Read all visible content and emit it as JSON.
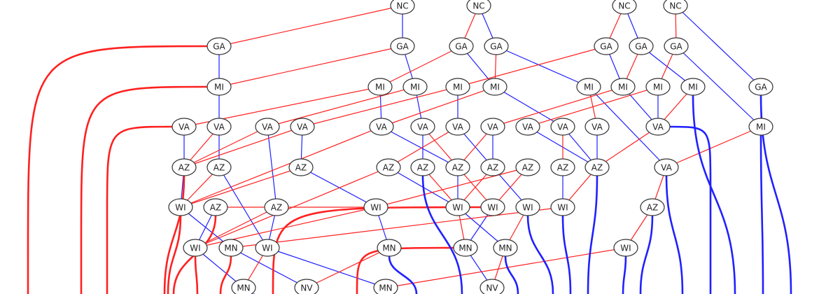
{
  "colors": {
    "red": "#ff2020",
    "blue": "#2020ff",
    "node_stroke": "#333333"
  },
  "nodes": [
    "NC",
    "NC",
    "NC",
    "NC",
    "GA",
    "GA",
    "GA",
    "GA",
    "GA",
    "GA",
    "GA",
    "MI",
    "MI",
    "MI",
    "MI",
    "MI",
    "MI",
    "MI",
    "MI",
    "MI",
    "GA",
    "VA",
    "VA",
    "VA",
    "VA",
    "VA",
    "VA",
    "VA",
    "VA",
    "VA",
    "VA",
    "VA",
    "VA",
    "MI",
    "AZ",
    "AZ",
    "AZ",
    "AZ",
    "AZ",
    "AZ",
    "AZ",
    "AZ",
    "AZ",
    "AZ",
    "VA",
    "WI",
    "AZ",
    "AZ",
    "WI",
    "WI",
    "WI",
    "WI",
    "WI",
    "AZ",
    "WI",
    "MN",
    "WI",
    "MN",
    "MN",
    "MN",
    "WI",
    "MN",
    "NV",
    "MN",
    "NV"
  ],
  "edges": [
    [
      0,
      4,
      "red"
    ],
    [
      0,
      5,
      "blue"
    ],
    [
      1,
      6,
      "red"
    ],
    [
      1,
      7,
      "blue"
    ],
    [
      2,
      8,
      "red"
    ],
    [
      2,
      9,
      "blue"
    ],
    [
      3,
      10,
      "red"
    ],
    [
      3,
      20,
      "blue"
    ],
    [
      4,
      11,
      "blue"
    ],
    [
      5,
      11,
      "red"
    ],
    [
      5,
      13,
      "blue"
    ],
    [
      6,
      12,
      "red"
    ],
    [
      6,
      15,
      "blue"
    ],
    [
      7,
      15,
      "red"
    ],
    [
      7,
      16,
      "blue"
    ],
    [
      8,
      14,
      "red"
    ],
    [
      8,
      17,
      "blue"
    ],
    [
      9,
      17,
      "red"
    ],
    [
      9,
      19,
      "blue"
    ],
    [
      10,
      18,
      "red"
    ],
    [
      10,
      33,
      "blue"
    ],
    [
      20,
      33,
      "red"
    ],
    [
      11,
      22,
      "blue"
    ],
    [
      12,
      21,
      "red"
    ],
    [
      12,
      25,
      "blue"
    ],
    [
      13,
      23,
      "red"
    ],
    [
      13,
      26,
      "blue"
    ],
    [
      14,
      24,
      "red"
    ],
    [
      14,
      27,
      "blue"
    ],
    [
      15,
      25,
      "red"
    ],
    [
      15,
      30,
      "blue"
    ],
    [
      16,
      31,
      "red"
    ],
    [
      16,
      44,
      "blue"
    ],
    [
      17,
      28,
      "red"
    ],
    [
      17,
      32,
      "blue"
    ],
    [
      18,
      29,
      "red"
    ],
    [
      18,
      32,
      "blue"
    ],
    [
      19,
      32,
      "red"
    ],
    [
      21,
      34,
      "blue"
    ],
    [
      22,
      34,
      "red"
    ],
    [
      22,
      35,
      "blue"
    ],
    [
      23,
      34,
      "red"
    ],
    [
      23,
      47,
      "blue"
    ],
    [
      24,
      34,
      "red"
    ],
    [
      24,
      36,
      "blue"
    ],
    [
      25,
      45,
      "red"
    ],
    [
      25,
      39,
      "blue"
    ],
    [
      26,
      38,
      "blue"
    ],
    [
      26,
      39,
      "red"
    ],
    [
      27,
      37,
      "red"
    ],
    [
      27,
      40,
      "blue"
    ],
    [
      28,
      39,
      "red"
    ],
    [
      28,
      40,
      "blue"
    ],
    [
      29,
      43,
      "blue"
    ],
    [
      30,
      42,
      "red"
    ],
    [
      30,
      43,
      "blue"
    ],
    [
      31,
      43,
      "blue"
    ],
    [
      32,
      43,
      "red"
    ],
    [
      33,
      44,
      "red"
    ],
    [
      34,
      45,
      "blue"
    ],
    [
      35,
      45,
      "red"
    ],
    [
      35,
      56,
      "blue"
    ],
    [
      36,
      45,
      "red"
    ],
    [
      36,
      48,
      "blue"
    ],
    [
      37,
      54,
      "red"
    ],
    [
      37,
      49,
      "blue"
    ],
    [
      38,
      49,
      "red"
    ],
    [
      39,
      49,
      "blue"
    ],
    [
      39,
      50,
      "red"
    ],
    [
      40,
      49,
      "red"
    ],
    [
      40,
      51,
      "blue"
    ],
    [
      41,
      48,
      "red"
    ],
    [
      41,
      50,
      "red"
    ],
    [
      42,
      52,
      "blue"
    ],
    [
      43,
      52,
      "red"
    ],
    [
      44,
      53,
      "red"
    ],
    [
      45,
      55,
      "blue"
    ],
    [
      46,
      54,
      "blue"
    ],
    [
      46,
      48,
      "red"
    ],
    [
      47,
      54,
      "red"
    ],
    [
      47,
      56,
      "blue"
    ],
    [
      48,
      54,
      "red"
    ],
    [
      48,
      57,
      "blue"
    ],
    [
      49,
      58,
      "red"
    ],
    [
      49,
      59,
      "blue"
    ],
    [
      50,
      58,
      "blue"
    ],
    [
      51,
      59,
      "red"
    ],
    [
      52,
      55,
      "red"
    ],
    [
      53,
      60,
      "red"
    ],
    [
      54,
      61,
      "blue"
    ],
    [
      55,
      62,
      "blue"
    ],
    [
      56,
      61,
      "red"
    ],
    [
      56,
      63,
      "blue"
    ],
    [
      57,
      62,
      "red"
    ],
    [
      58,
      64,
      "blue"
    ],
    [
      59,
      64,
      "red"
    ],
    [
      60,
      63,
      "red"
    ]
  ],
  "offscreen_edges": [
    [
      4,
      "red"
    ],
    [
      11,
      "red"
    ],
    [
      21,
      "red"
    ],
    [
      34,
      "red"
    ],
    [
      45,
      "red"
    ],
    [
      46,
      "red"
    ],
    [
      54,
      "red"
    ],
    [
      55,
      "red"
    ],
    [
      50,
      "red"
    ],
    [
      58,
      "red"
    ],
    [
      61,
      "blue"
    ],
    [
      57,
      "blue"
    ],
    [
      38,
      "blue"
    ],
    [
      59,
      "blue"
    ],
    [
      51,
      "blue"
    ],
    [
      52,
      "blue"
    ],
    [
      43,
      "blue"
    ],
    [
      60,
      "blue"
    ],
    [
      53,
      "blue"
    ],
    [
      44,
      "blue"
    ],
    [
      32,
      "blue"
    ],
    [
      19,
      "blue"
    ],
    [
      33,
      "blue"
    ],
    [
      20,
      "blue"
    ]
  ]
}
